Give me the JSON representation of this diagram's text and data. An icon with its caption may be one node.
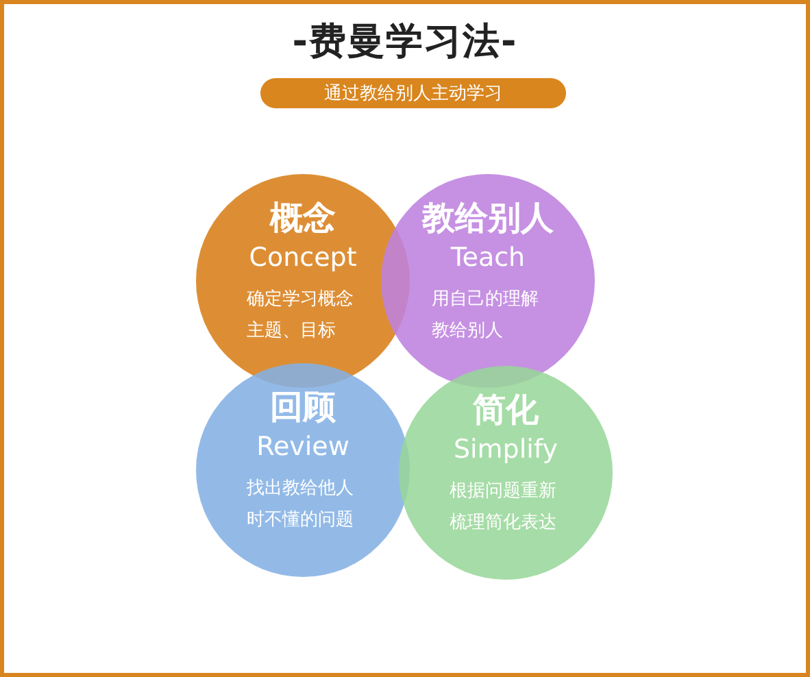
{
  "diagram": {
    "title": "-费曼学习法-",
    "nodes": [
      {
        "text": [
          "通过教给别人主动学习"
        ]
      },
      {
        "text": [
          "概念",
          "Concept",
          "确定学习概念主题、目标"
        ]
      },
      {
        "text": [
          "教给别人",
          "Teach",
          "用自己的理解教给别人"
        ]
      },
      {
        "text": [
          "回顾",
          "Review",
          "找出教给他人时不懂的问题"
        ]
      },
      {
        "text": [
          "简化",
          "Simplify",
          "根据问题重新梳理简化表达"
        ]
      }
    ]
  }
}
